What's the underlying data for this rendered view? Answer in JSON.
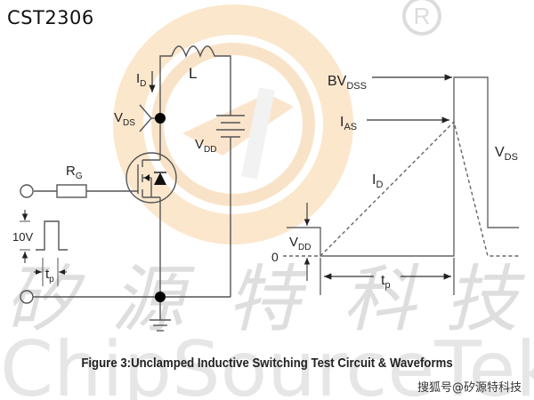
{
  "header": {
    "model": "CST2306"
  },
  "watermark": {
    "logo_colors": [
      "#f6c890",
      "#fbe3c4"
    ],
    "registered_mark": "®",
    "cn_text": [
      "矽",
      "源",
      "特",
      "科",
      "技"
    ],
    "en_text": "ChipSourceTek",
    "color": "#d8d8d8"
  },
  "circuit": {
    "labels": {
      "id": "I",
      "id_sub": "D",
      "l": "L",
      "vds": "V",
      "vds_sub": "DS",
      "vdd": "V",
      "vdd_sub": "DD",
      "rg": "R",
      "rg_sub": "G",
      "pulse_amp": "10V",
      "tp": "t",
      "tp_sub": "p"
    }
  },
  "waveform": {
    "labels": {
      "bvdss": "BV",
      "bvdss_sub": "DSS",
      "ias": "I",
      "ias_sub": "AS",
      "id": "I",
      "id_sub": "D",
      "vds": "V",
      "vds_sub": "DS",
      "vdd": "V",
      "vdd_sub": "DD",
      "zero": "0",
      "tp": "t",
      "tp_sub": "p"
    }
  },
  "caption": "Figure 3:Unclamped Inductive Switching Test Circuit & Waveforms",
  "source": "搜狐号@矽源特科技",
  "colors": {
    "line": "#555555",
    "text": "#222222",
    "dot": "#000000"
  }
}
